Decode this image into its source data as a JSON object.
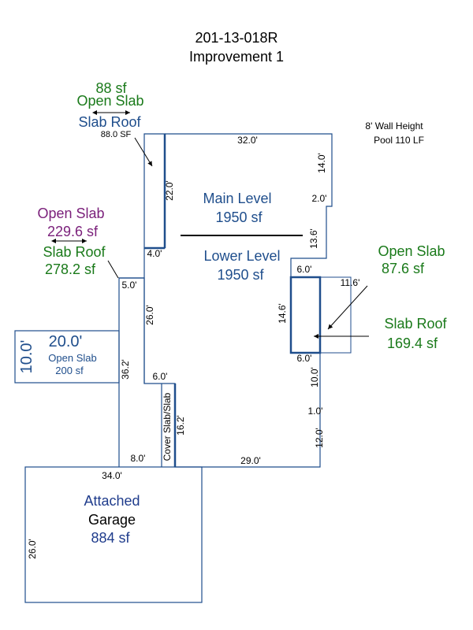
{
  "header": {
    "parcel": "201-13-018R",
    "improvement": "Improvement 1"
  },
  "notes": {
    "wall_height": "8' Wall Height",
    "pool": "Pool 110 LF"
  },
  "labels": {
    "top_area": "88 sf",
    "top_open_slab": "Open Slab",
    "top_slab_roof": "Slab Roof",
    "top_sf": "88.0 SF",
    "left_open_slab": "Open Slab",
    "left_open_area": "229.6 sf",
    "left_slab_roof": "Slab Roof",
    "left_roof_area": "278.2 sf",
    "main_level": "Main Level",
    "main_area": "1950 sf",
    "lower_level": "Lower Level",
    "lower_area": "1950 sf",
    "right_open_slab": "Open Slab",
    "right_open_area": "87.6 sf",
    "right_slab_roof": "Slab Roof",
    "right_roof_area": "169.4 sf",
    "box_20": "20.0'",
    "box_10": "10.0'",
    "box_open_slab": "Open Slab",
    "box_area": "200 sf",
    "garage_1": "Attached",
    "garage_2": "Garage",
    "garage_area": "884 sf",
    "cover_slab": "Cover Slab/Slab"
  },
  "dims": {
    "d32": "32.0'",
    "d14": "14.0'",
    "d2": "2.0'",
    "d22": "22.0'",
    "d4": "4.0'",
    "d13_6": "13.6'",
    "d5": "5.0'",
    "d26": "26.0'",
    "d6a": "6.0'",
    "d11_6": "11.6'",
    "d14_6": "14.6'",
    "d6b": "6.0'",
    "d36_2": "36.2'",
    "d6c": "6.0'",
    "d10": "10.0'",
    "d1": "1.0'",
    "d16_2": "16.2'",
    "d12": "12.0'",
    "d8": "8.0'",
    "d29": "29.0'",
    "d34": "34.0'",
    "d26g": "26.0'"
  }
}
